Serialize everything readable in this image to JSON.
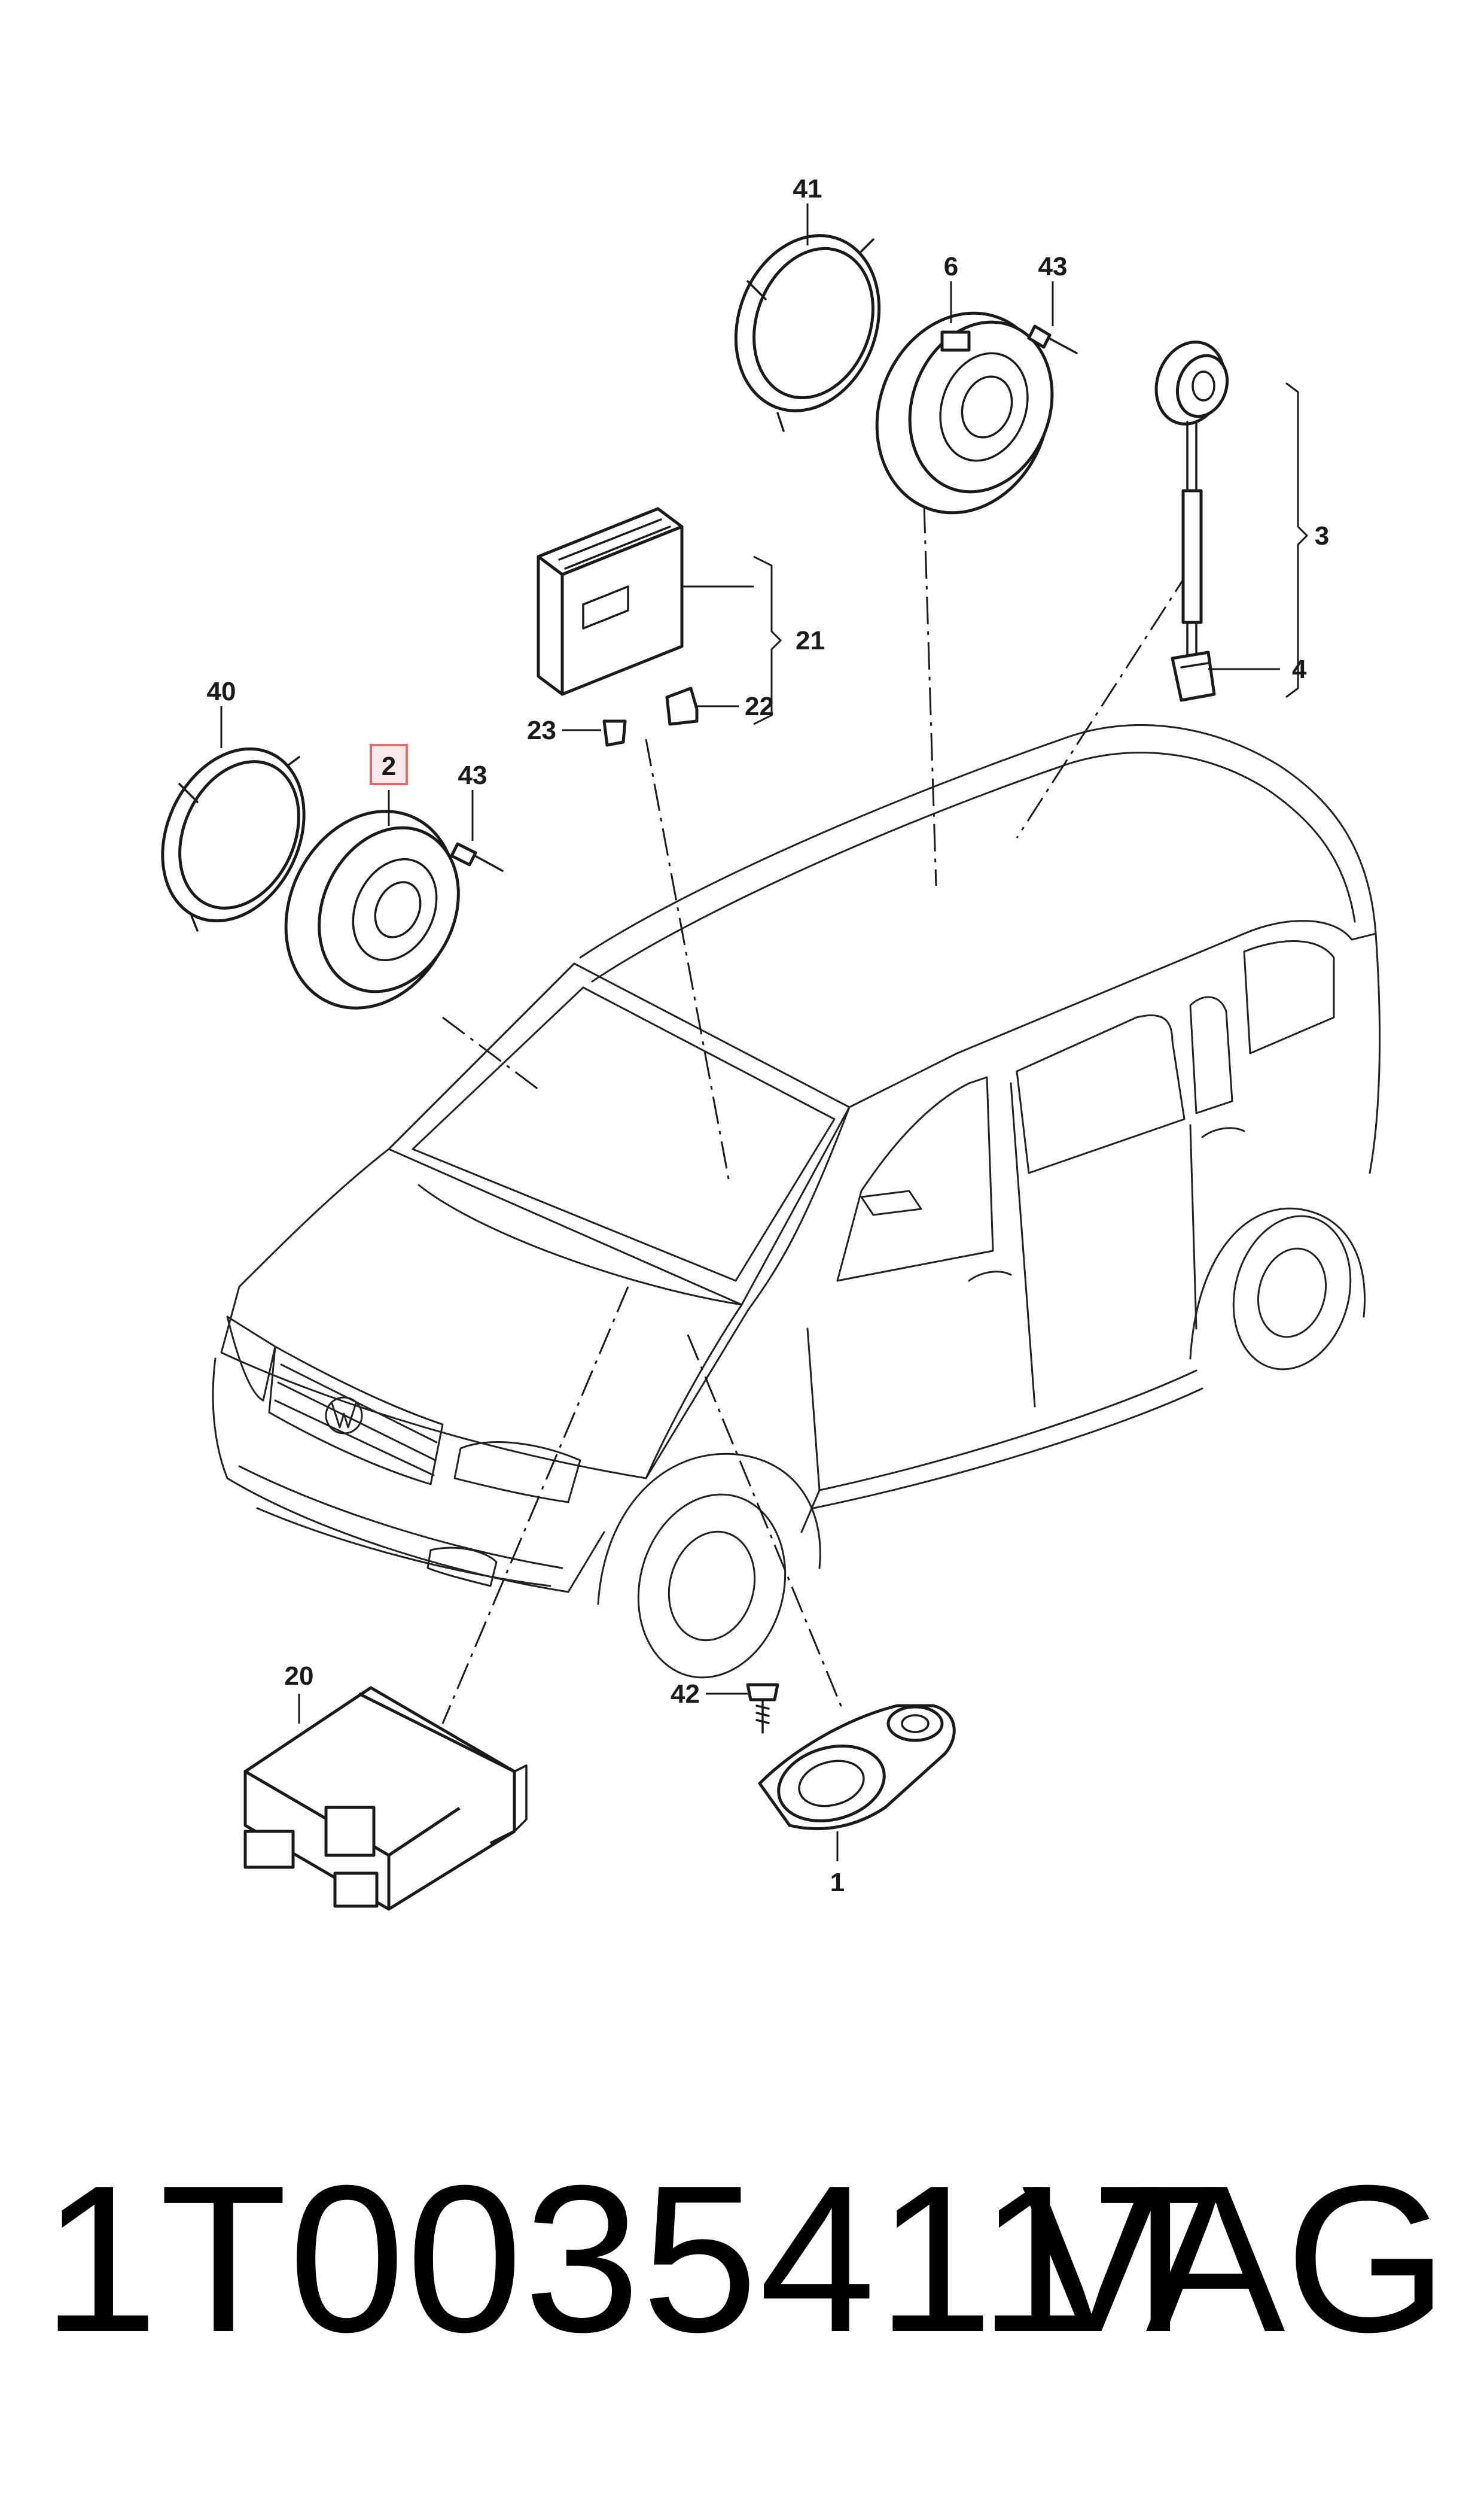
{
  "callouts": {
    "c41": "41",
    "c6": "6",
    "c43a": "43",
    "c3": "3",
    "c4": "4",
    "c21": "21",
    "c22": "22",
    "c23": "23",
    "c40": "40",
    "c2": "2",
    "c43b": "43",
    "c20": "20",
    "c42": "42",
    "c1": "1"
  },
  "highlighted_callout": "2",
  "footer": {
    "part_number": "1T0035411T",
    "brand": "VAG"
  }
}
